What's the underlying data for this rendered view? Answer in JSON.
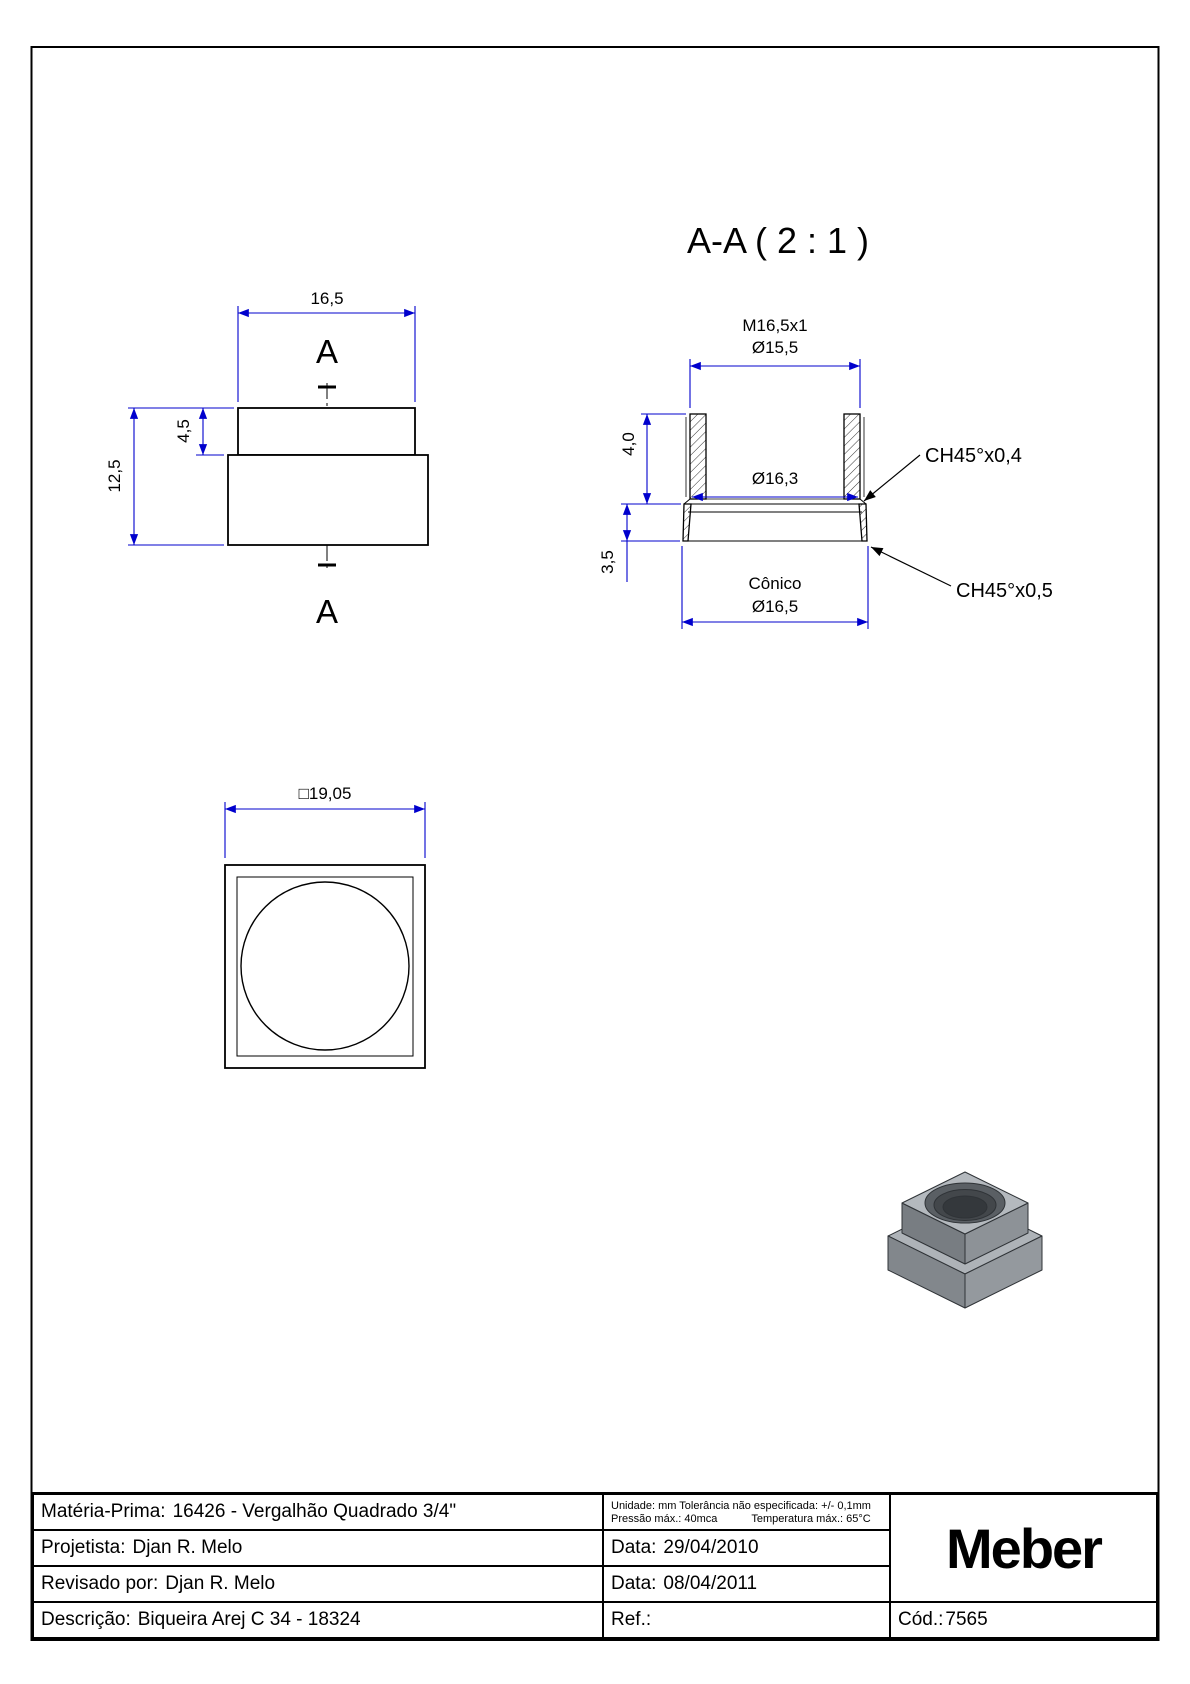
{
  "colors": {
    "dimension_blue": "#0000cd",
    "line_black": "#000000",
    "paper_white": "#ffffff"
  },
  "views": {
    "section_title": "A-A  ( 2 : 1 )",
    "front": {
      "width_dim": "16,5",
      "top_height_dim": "4,5",
      "total_height_dim": "12,5",
      "section_label_top": "A",
      "section_label_bottom": "A"
    },
    "section": {
      "thread_label": "M16,5x1",
      "top_diameter": "Ø15,5",
      "neck_height_dim": "4,0",
      "mid_diameter": "Ø16,3",
      "flange_height_dim": "3,5",
      "conic_label": "Cônico",
      "bottom_diameter": "Ø16,5",
      "chamfer_top": "CH45°x0,4",
      "chamfer_bottom": "CH45°x0,5"
    },
    "top": {
      "square_dim": "□19,05"
    }
  },
  "title_block": {
    "row1": {
      "label": "Matéria-Prima:",
      "value": "16426 - Vergalhão Quadrado 3/4\"",
      "note1": "Unidade: mm Tolerância não especificada: +/- 0,1mm",
      "note2a": "Pressão máx.: 40mca",
      "note2b": "Temperatura máx.: 65°C"
    },
    "row2": {
      "label": "Projetista:",
      "value": "Djan R. Melo",
      "date_label": "Data:",
      "date_value": "29/04/2010"
    },
    "row3": {
      "label": "Revisado por:",
      "value": "Djan R. Melo",
      "date_label": "Data:",
      "date_value": "08/04/2011"
    },
    "row4": {
      "label": "Descrição:",
      "value": "Biqueira Arej C 34 - 18324",
      "ref_label": "Ref.:",
      "cod_label": "Cód.:",
      "cod_value": "7565"
    },
    "logo": "Meber"
  }
}
